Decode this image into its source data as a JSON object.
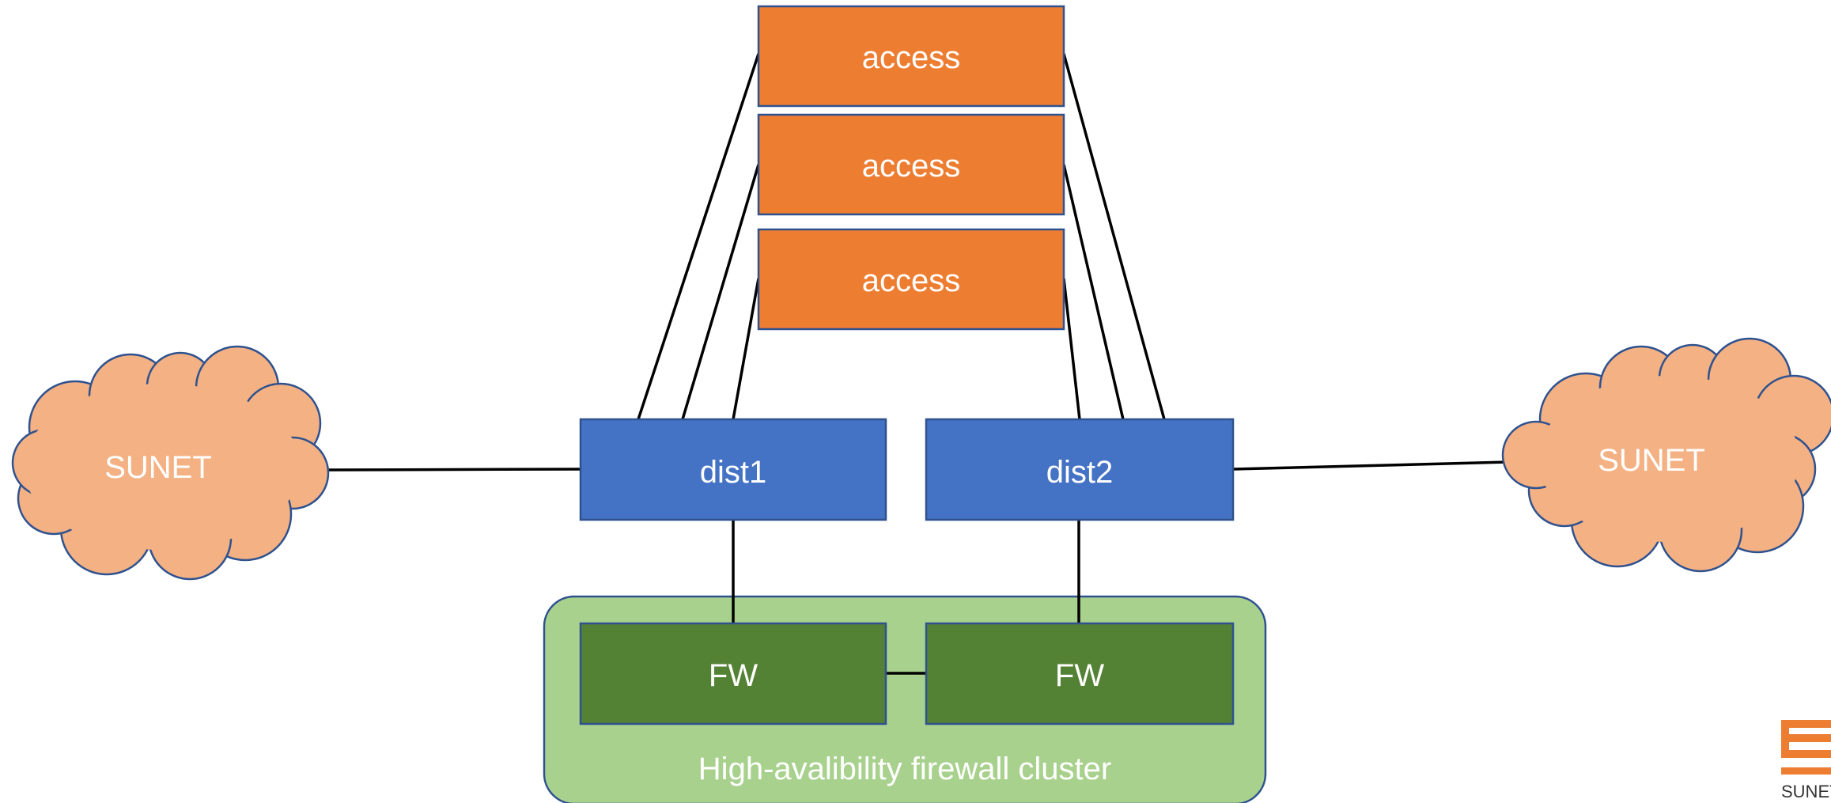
{
  "diagram": {
    "access_switches": [
      {
        "label": "access"
      },
      {
        "label": "access"
      },
      {
        "label": "access"
      }
    ],
    "distribution": [
      {
        "label": "dist1"
      },
      {
        "label": "dist2"
      }
    ],
    "firewalls": [
      {
        "label": "FW"
      },
      {
        "label": "FW"
      }
    ],
    "clouds": [
      {
        "label": "SUNET"
      },
      {
        "label": "SUNET"
      }
    ],
    "cluster_label": "High-avalibility firewall cluster",
    "logo_text": "SUNET"
  },
  "colors": {
    "access": "#ED7D31",
    "dist": "#4472C4",
    "fw": "#548235",
    "cluster": "#A9D18E",
    "cloud": "#F4B183",
    "border": "#2F528F",
    "link": "#000000"
  }
}
